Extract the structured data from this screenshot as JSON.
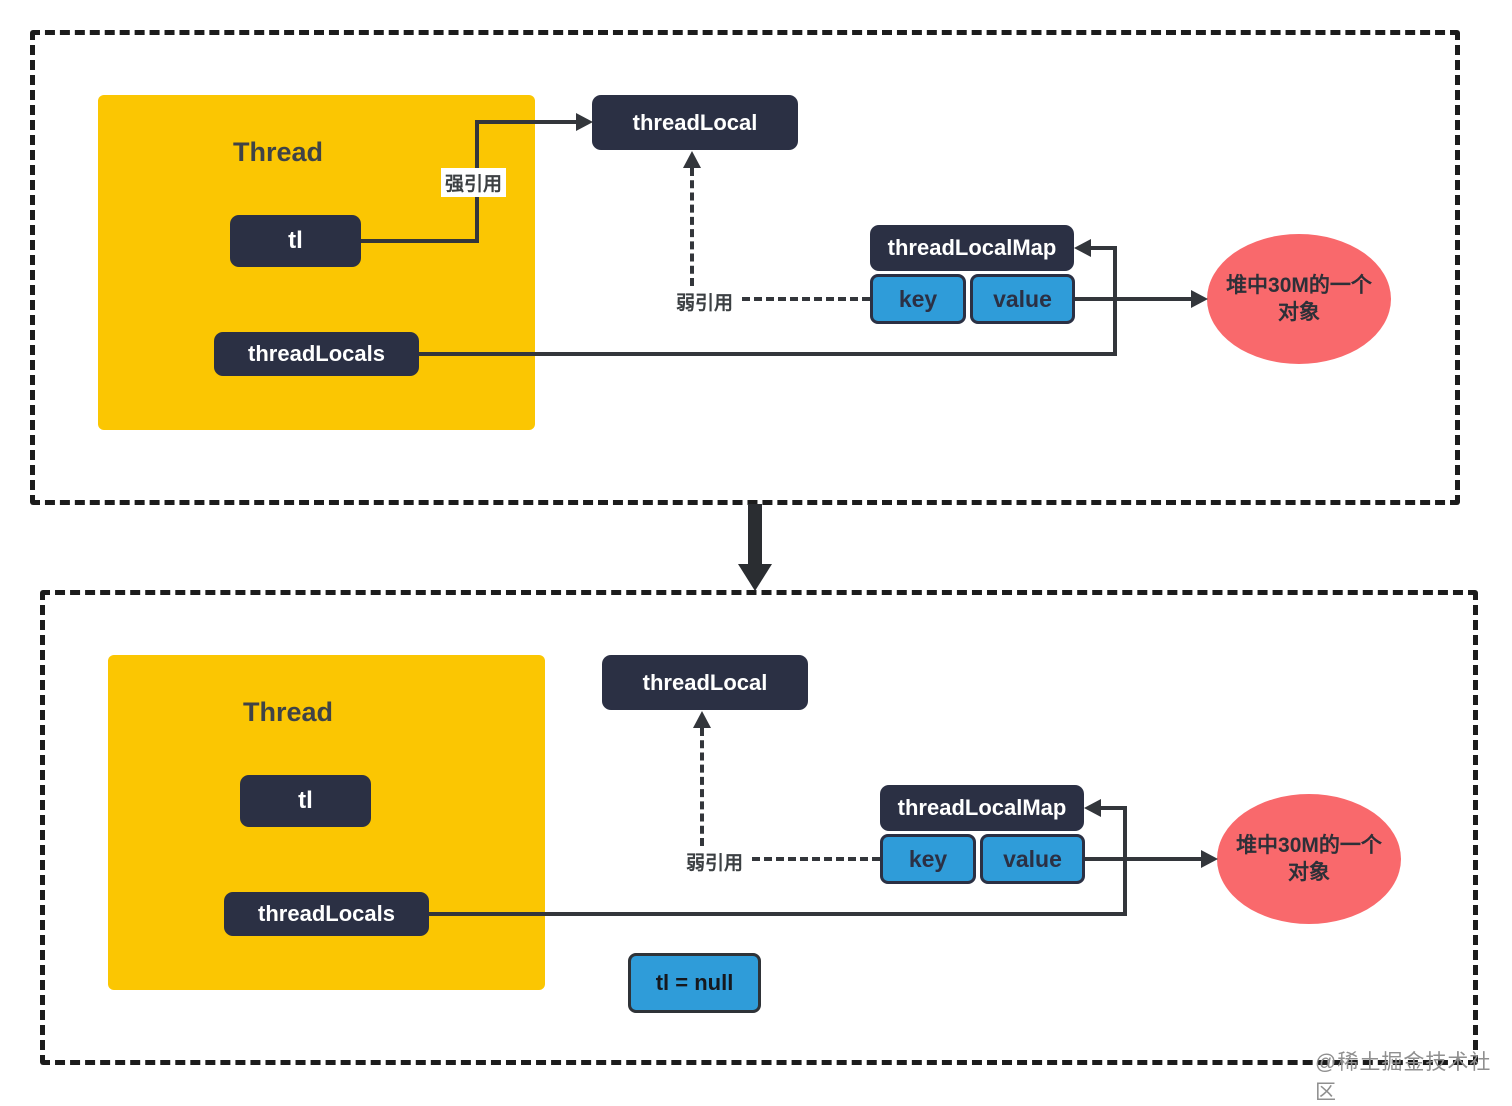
{
  "colors": {
    "yellow": "#FBC602",
    "navy": "#2B3044",
    "blue": "#2F9CD9",
    "red": "#F9696C",
    "line": "#33363B",
    "label_text": "#3C4043"
  },
  "panel_top": {
    "thread_box_label": "Thread",
    "tl_box_label": "tl",
    "thread_locals_label": "threadLocals",
    "thread_local_label": "threadLocal",
    "thread_local_map_label": "threadLocalMap",
    "key_label": "key",
    "value_label": "value",
    "strong_ref_label": "强引用",
    "weak_ref_label": "弱引用",
    "heap_object_line1": "堆中30M的一个",
    "heap_object_line2": "对象"
  },
  "panel_bottom": {
    "thread_box_label": "Thread",
    "tl_box_label": "tl",
    "thread_locals_label": "threadLocals",
    "thread_local_label": "threadLocal",
    "thread_local_map_label": "threadLocalMap",
    "key_label": "key",
    "value_label": "value",
    "weak_ref_label": "弱引用",
    "heap_object_line1": "堆中30M的一个",
    "heap_object_line2": "对象",
    "tl_null_label": "tl = null"
  },
  "watermark": "@稀土掘金技术社区"
}
